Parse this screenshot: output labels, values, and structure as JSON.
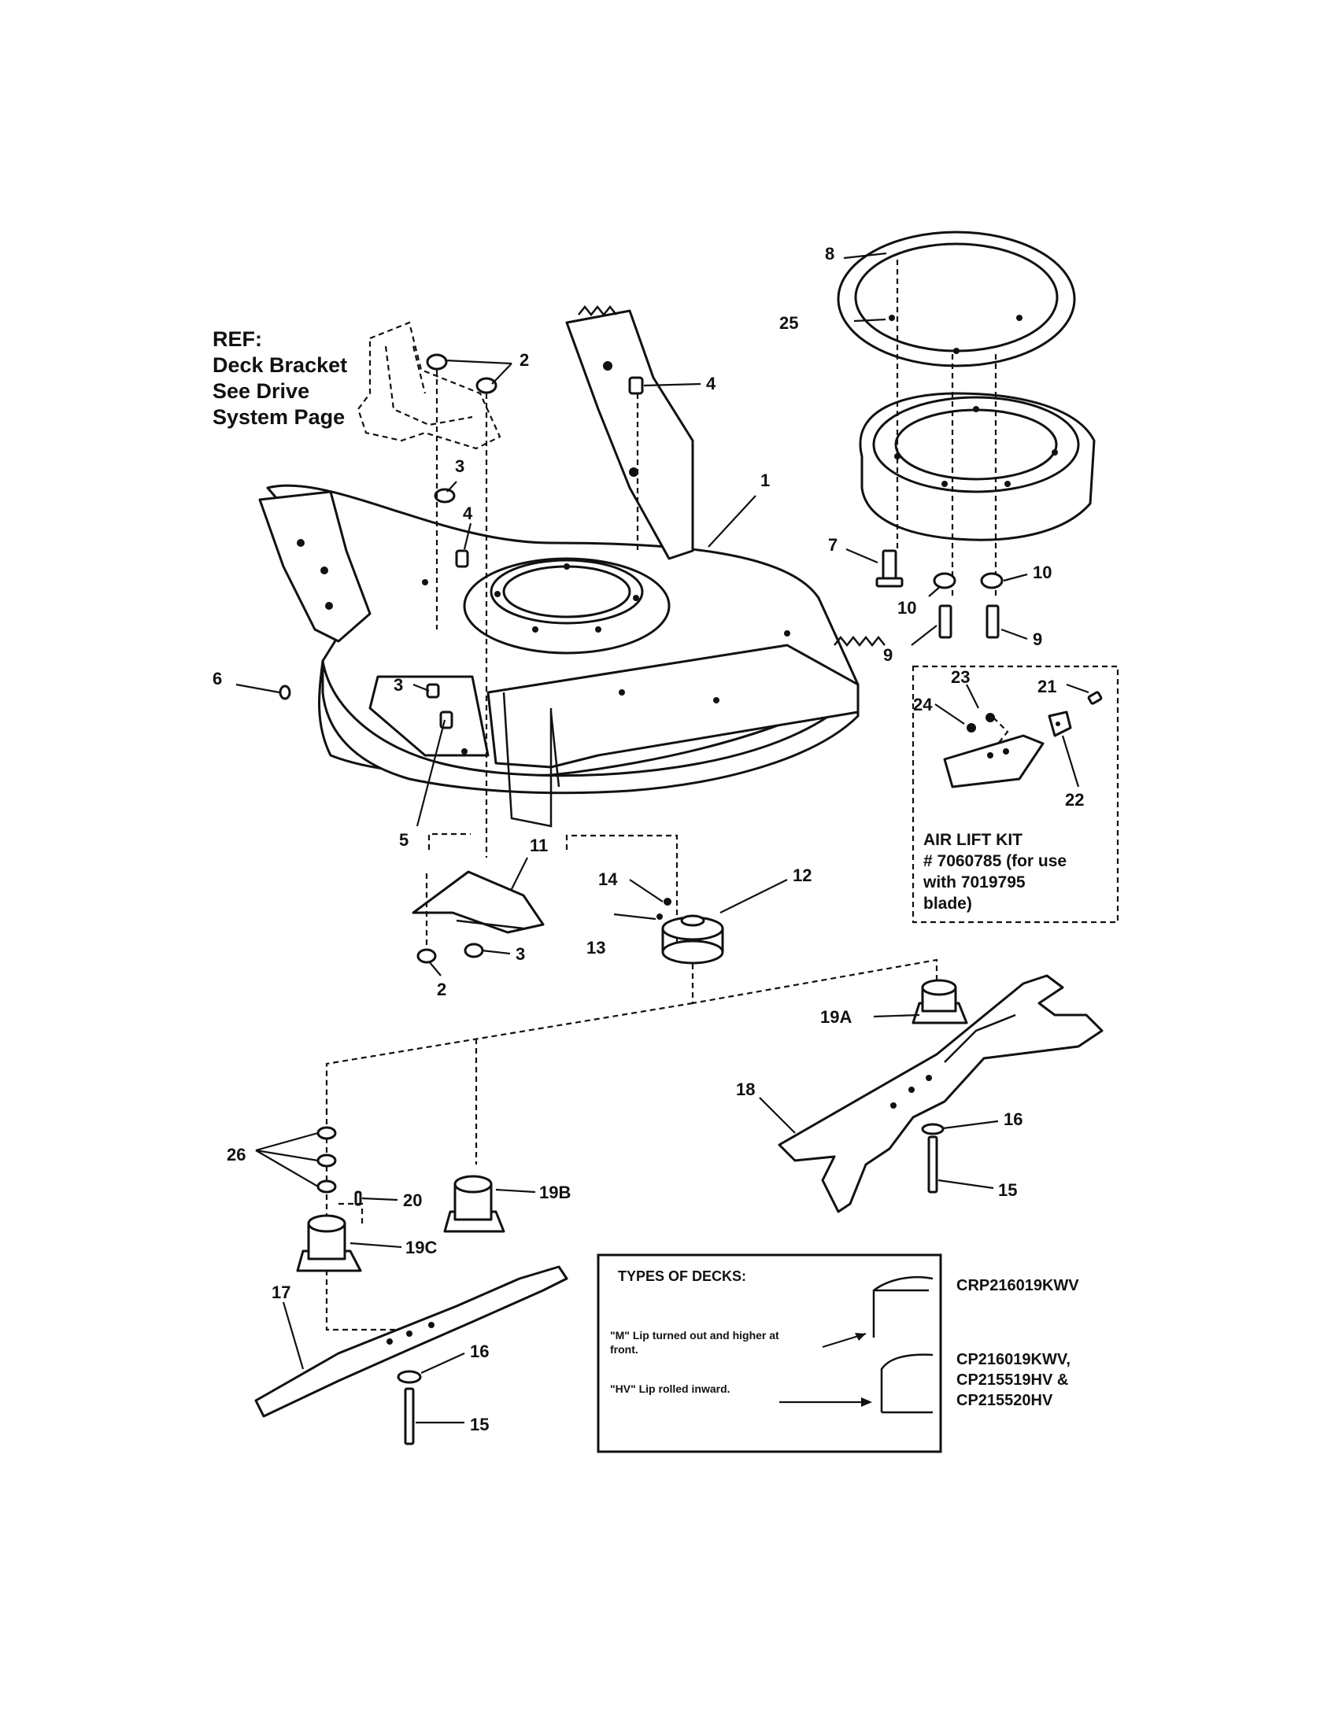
{
  "reference_note": {
    "line1": "REF:",
    "line2": "Deck Bracket",
    "line3": "See Drive",
    "line4": "System Page"
  },
  "callouts": {
    "c1": "1",
    "c2a": "2",
    "c2b": "2",
    "c3a": "3",
    "c3b": "3",
    "c3c": "3",
    "c4a": "4",
    "c4b": "4",
    "c5": "5",
    "c6": "6",
    "c7": "7",
    "c8": "8",
    "c9a": "9",
    "c9b": "9",
    "c10a": "10",
    "c10b": "10",
    "c11": "11",
    "c12": "12",
    "c13": "13",
    "c14": "14",
    "c15a": "15",
    "c15b": "15",
    "c16a": "16",
    "c16b": "16",
    "c17": "17",
    "c18": "18",
    "c19a": "19A",
    "c19b": "19B",
    "c19c": "19C",
    "c20": "20",
    "c21": "21",
    "c22": "22",
    "c23": "23",
    "c24": "24",
    "c25": "25",
    "c26": "26"
  },
  "air_lift_kit": {
    "line1": "AIR LIFT KIT",
    "line2": "# 7060785 (for use",
    "line3": "with 7019795",
    "line4": "blade)"
  },
  "deck_types": {
    "title": "TYPES OF DECKS:",
    "m_note_line1": "\"M\" Lip turned out and higher at",
    "m_note_line2": "front.",
    "hv_note": "\"HV\" Lip rolled inward.",
    "m_models": "CRP216019KWV",
    "hv_models_line1": "CP216019KWV,",
    "hv_models_line2": "CP215519HV &",
    "hv_models_line3": "CP215520HV"
  }
}
